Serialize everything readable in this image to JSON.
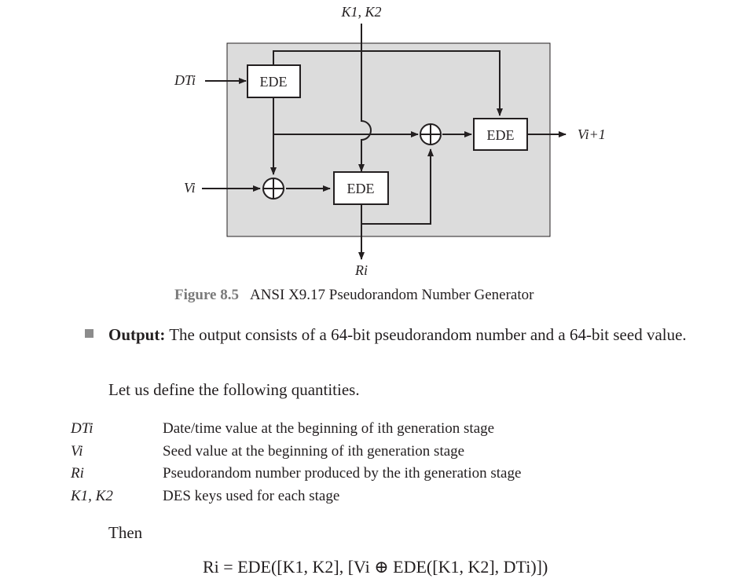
{
  "figure": {
    "label_keys": "K1, K2",
    "label_dt": "DTi",
    "label_v_in": "Vi",
    "label_v_out": "Vi+1",
    "label_r": "Ri",
    "box_ede_top": "EDE",
    "box_ede_mid": "EDE",
    "box_ede_right": "EDE",
    "caption_number": "Figure 8.5",
    "caption_title": "ANSI X9.17 Pseudorandom Number Generator"
  },
  "output": {
    "lead": "Output:",
    "text": "The output consists of a 64-bit pseudorandom number and a 64-bit seed value."
  },
  "define_text": "Let us define the following quantities.",
  "definitions": [
    {
      "term": "DTi",
      "desc": "Date/time value at the beginning of ith generation stage"
    },
    {
      "term": "Vi",
      "desc": "Seed value at the beginning of ith generation stage"
    },
    {
      "term": "Ri",
      "desc": "Pseudorandom number produced by the ith generation stage"
    },
    {
      "term": "K1, K2",
      "desc": "DES keys used for each stage"
    }
  ],
  "then_text": "Then",
  "equation": "Ri = EDE([K1, K2], [Vi ⊕ EDE([K1, K2], DTi)])",
  "colors": {
    "panel_fill": "#dcdcdc",
    "caption_number": "#7a7a7a",
    "bullet": "#8c8c8c"
  }
}
